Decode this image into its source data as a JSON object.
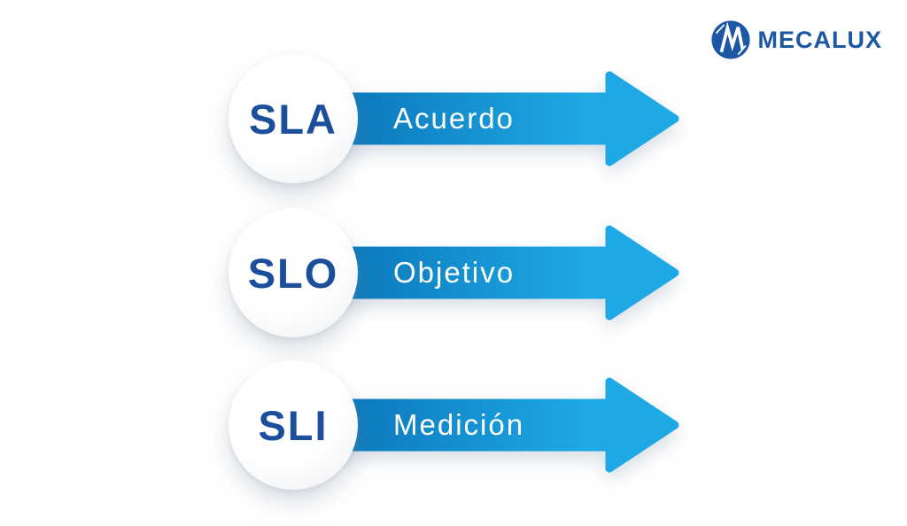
{
  "logo": {
    "brand": "MECALUX",
    "mark_icon": "mecalux-m-icon"
  },
  "colors": {
    "logo_blue": "#1c57a5",
    "abbr_blue": "#1b4f9c",
    "arrow_start": "#0b76ba",
    "arrow_end": "#1ea9e5",
    "label_white": "#ffffff",
    "bg": "#ffffff"
  },
  "rows": [
    {
      "abbr": "SLA",
      "label": "Acuerdo"
    },
    {
      "abbr": "SLO",
      "label": "Objetivo"
    },
    {
      "abbr": "SLI",
      "label": "Medición"
    }
  ]
}
